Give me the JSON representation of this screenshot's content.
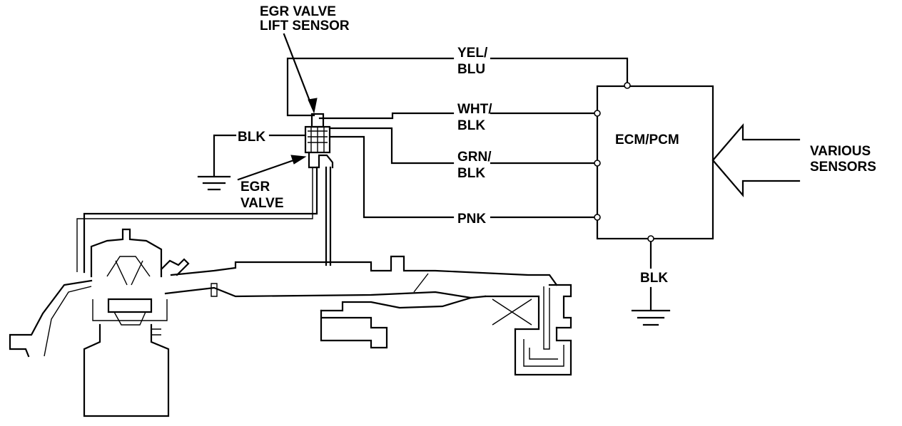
{
  "labels": {
    "egr_valve_lift_sensor": [
      "EGR VALVE",
      "LIFT SENSOR"
    ],
    "egr_valve": [
      "EGR",
      "VALVE"
    ],
    "blk_ground_left": "BLK",
    "yel_blu": [
      "YEL/",
      "BLU"
    ],
    "wht_blk": [
      "WHT/",
      "BLK"
    ],
    "grn_blk": [
      "GRN/",
      "BLK"
    ],
    "pnk": "PNK",
    "ecm_pcm": "ECM/PCM",
    "various_sensors": [
      "VARIOUS",
      "SENSORS"
    ],
    "blk_ground_right": "BLK"
  }
}
